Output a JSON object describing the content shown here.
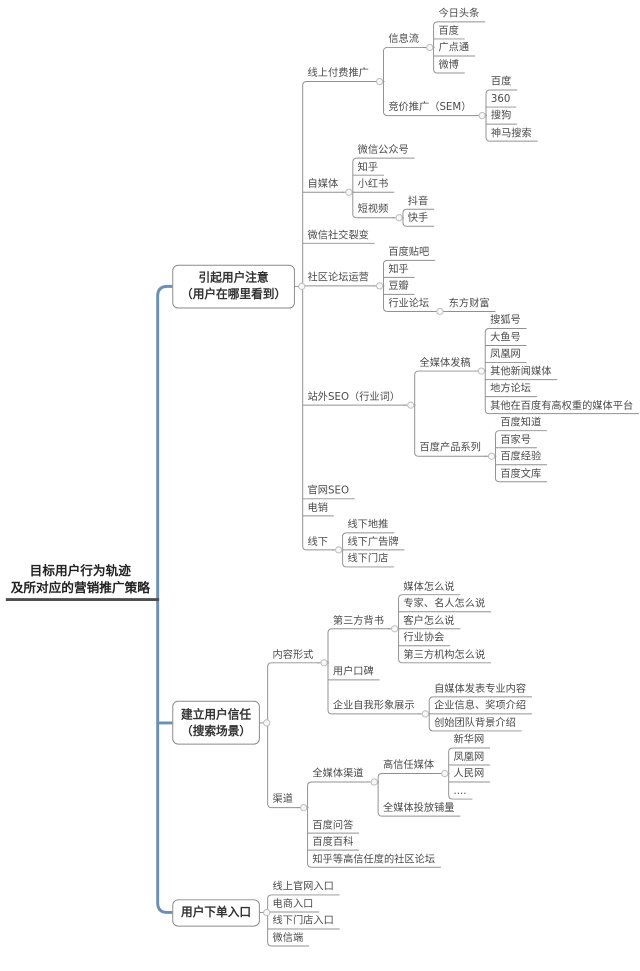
{
  "colors": {
    "line": "#909090",
    "text": "#4a4a4a",
    "box_border": "#8a8a8a",
    "box_text": "#333333",
    "root_text": "#222222",
    "root_underline": "#4d4d4d",
    "spine_blue": "#6a90b3",
    "handle_stroke": "#bcbcbc",
    "handle_fill": "#f8f8f8"
  },
  "root": {
    "lines": [
      "目标用户行为轨迹",
      "及所对应的营销推广策略"
    ]
  },
  "branches": [
    {
      "lines": [
        "引起用户注意",
        "（用户在哪里看到）"
      ],
      "children": [
        {
          "label": "线上付费推广",
          "children": [
            {
              "label": "信息流",
              "children": [
                {
                  "label": "今日头条"
                },
                {
                  "label": "百度"
                },
                {
                  "label": "广点通"
                },
                {
                  "label": "微博"
                }
              ]
            },
            {
              "label": "竞价推广（SEM）",
              "children": [
                {
                  "label": "百度"
                },
                {
                  "label": "360"
                },
                {
                  "label": "搜狗"
                },
                {
                  "label": "神马搜索"
                }
              ]
            }
          ]
        },
        {
          "label": "自媒体",
          "children": [
            {
              "label": "微信公众号"
            },
            {
              "label": "知乎"
            },
            {
              "label": "小红书"
            },
            {
              "label": "短视频",
              "children": [
                {
                  "label": "抖音"
                },
                {
                  "label": "快手"
                }
              ]
            }
          ]
        },
        {
          "label": "微信社交裂变"
        },
        {
          "label": "社区论坛运营",
          "children": [
            {
              "label": "百度贴吧"
            },
            {
              "label": "知乎"
            },
            {
              "label": "豆瓣"
            },
            {
              "label": "行业论坛",
              "children": [
                {
                  "label": "东方财富"
                }
              ]
            }
          ]
        },
        {
          "label": "站外SEO（行业词）",
          "children": [
            {
              "label": "全媒体发稿",
              "children": [
                {
                  "label": "搜狐号"
                },
                {
                  "label": "大鱼号"
                },
                {
                  "label": "凤凰网"
                },
                {
                  "label": "其他新闻媒体"
                },
                {
                  "label": "地方论坛"
                },
                {
                  "label": "其他在百度有高权重的媒体平台"
                }
              ]
            },
            {
              "label": "百度产品系列",
              "children": [
                {
                  "label": "百度知道"
                },
                {
                  "label": "百家号"
                },
                {
                  "label": "百度经验"
                },
                {
                  "label": "百度文库"
                }
              ]
            }
          ]
        },
        {
          "label": "官网SEO"
        },
        {
          "label": "电销"
        },
        {
          "label": "线下",
          "children": [
            {
              "label": "线下地推"
            },
            {
              "label": "线下广告牌"
            },
            {
              "label": "线下门店"
            }
          ]
        }
      ]
    },
    {
      "lines": [
        "建立用户信任",
        "（搜索场景）"
      ],
      "children": [
        {
          "label": "内容形式",
          "children": [
            {
              "label": "第三方背书",
              "children": [
                {
                  "label": "媒体怎么说"
                },
                {
                  "label": "专家、名人怎么说"
                },
                {
                  "label": "客户怎么说"
                },
                {
                  "label": "行业协会"
                },
                {
                  "label": "第三方机构怎么说"
                }
              ]
            },
            {
              "label": "用户口碑"
            },
            {
              "label": "企业自我形象展示",
              "children": [
                {
                  "label": "自媒体发表专业内容"
                },
                {
                  "label": "企业信息、奖项介绍"
                },
                {
                  "label": "创始团队背景介绍"
                }
              ]
            }
          ]
        },
        {
          "label": "渠道",
          "children": [
            {
              "label": "全媒体渠道",
              "children": [
                {
                  "label": "高信任媒体",
                  "children": [
                    {
                      "label": "新华网"
                    },
                    {
                      "label": "凤凰网"
                    },
                    {
                      "label": "人民网"
                    },
                    {
                      "label": "...."
                    }
                  ]
                },
                {
                  "label": "全媒体投放铺量"
                }
              ]
            },
            {
              "label": "百度问答"
            },
            {
              "label": "百度百科"
            },
            {
              "label": "知乎等高信任度的社区论坛"
            }
          ]
        }
      ]
    },
    {
      "lines": [
        "用户下单入口"
      ],
      "children": [
        {
          "label": "线上官网入口"
        },
        {
          "label": "电商入口"
        },
        {
          "label": "线下门店入口"
        },
        {
          "label": "微信端"
        }
      ]
    }
  ]
}
